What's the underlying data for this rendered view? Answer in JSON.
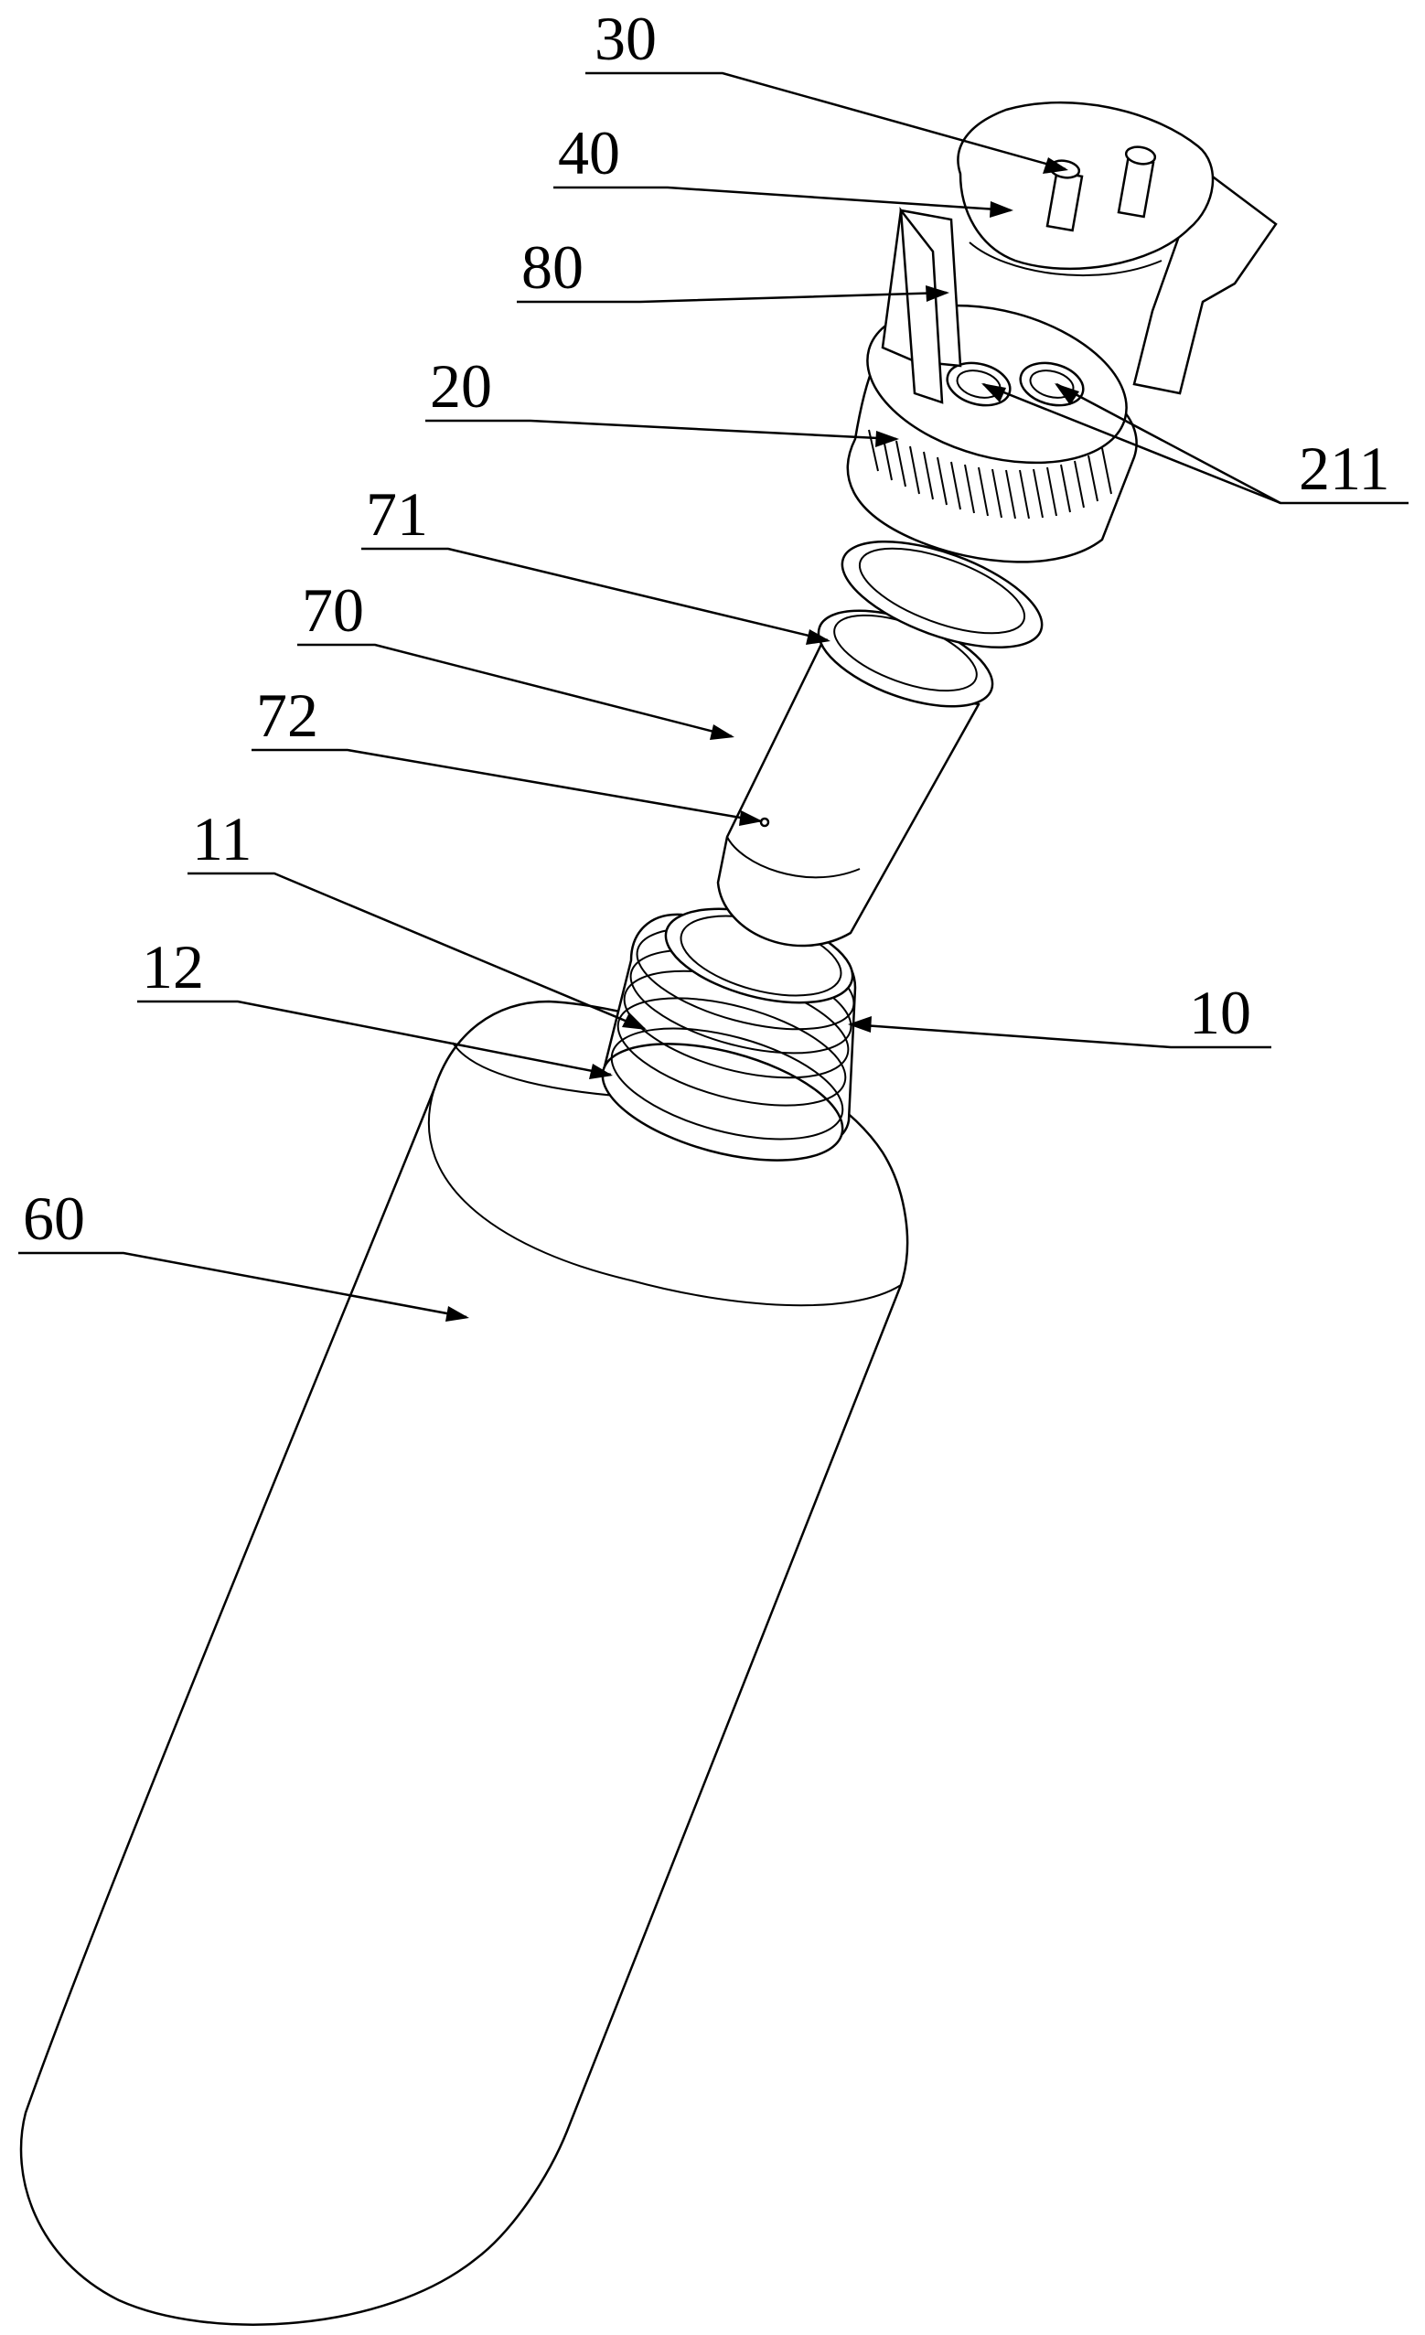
{
  "labels": {
    "l30": "30",
    "l40": "40",
    "l80": "80",
    "l20": "20",
    "l211": "211",
    "l71": "71",
    "l70": "70",
    "l72": "72",
    "l11": "11",
    "l12": "12",
    "l10": "10",
    "l60": "60"
  }
}
